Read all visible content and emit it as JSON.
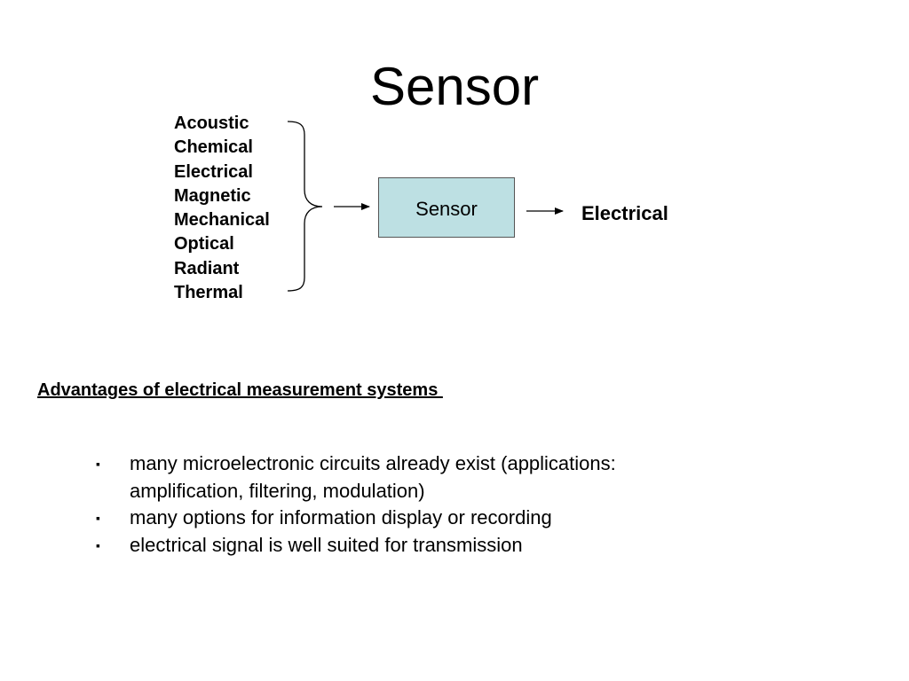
{
  "slide": {
    "title": "Sensor"
  },
  "diagram": {
    "inputs": [
      "Acoustic",
      "Chemical",
      "Electrical",
      "Magnetic",
      "Mechanical",
      "Optical",
      "Radiant",
      "Thermal"
    ],
    "sensor_label": "Sensor",
    "output_label": "Electrical",
    "colors": {
      "sensor_fill": "#bde0e3",
      "sensor_border": "#555555"
    }
  },
  "advantages": {
    "heading": "Advantages of electrical measurement systems ",
    "bullet_marker": "▪",
    "items": [
      "many microelectronic circuits already exist (applications: amplification, filtering, modulation)",
      "many options for information display or recording",
      "electrical signal is well suited for transmission"
    ]
  }
}
